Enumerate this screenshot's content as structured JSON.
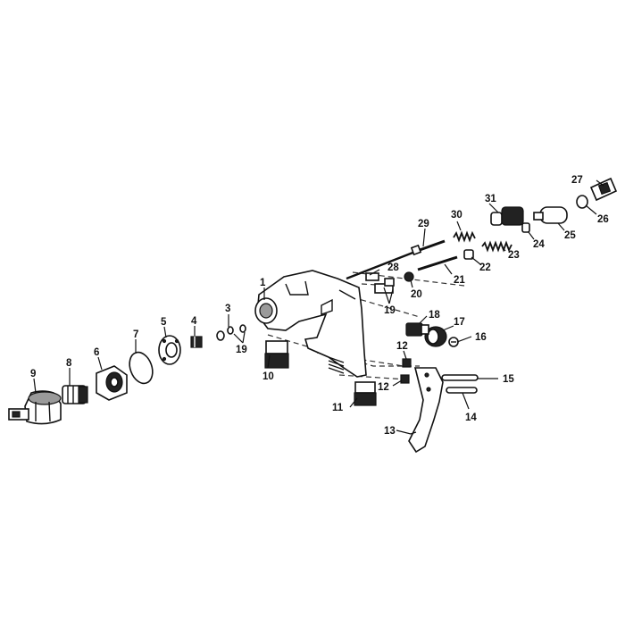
{
  "labels": {
    "p1": "1",
    "p3": "3",
    "p4": "4",
    "p5": "5",
    "p6": "6",
    "p7": "7",
    "p8": "8",
    "p9": "9",
    "p10": "10",
    "p11": "11",
    "p12a": "12",
    "p12b": "12",
    "p13": "13",
    "p14": "14",
    "p15": "15",
    "p16": "16",
    "p17": "17",
    "p18": "18",
    "p19a": "19",
    "p19b": "19",
    "p20": "20",
    "p21": "21",
    "p22": "22",
    "p23": "23",
    "p24": "24",
    "p25": "25",
    "p26": "26",
    "p27": "27",
    "p28": "28",
    "p29": "29",
    "p30": "30",
    "p31": "31"
  }
}
